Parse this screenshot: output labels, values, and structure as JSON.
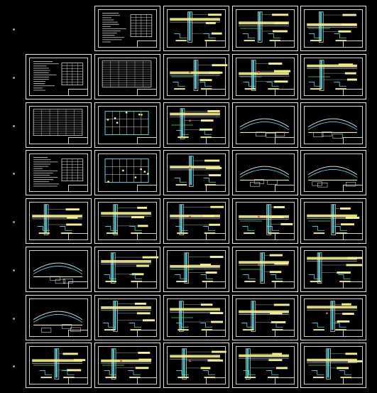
{
  "drawing_set": {
    "rows": [
      {
        "row_index": 1,
        "sheets": [
          {
            "kind": "notes"
          },
          {
            "kind": "detail"
          },
          {
            "kind": "detail"
          },
          {
            "kind": "detail"
          }
        ]
      },
      {
        "row_index": 2,
        "sheets": [
          {
            "kind": "notes"
          },
          {
            "kind": "table"
          },
          {
            "kind": "detail"
          },
          {
            "kind": "detail"
          },
          {
            "kind": "detail"
          }
        ]
      },
      {
        "row_index": 3,
        "sheets": [
          {
            "kind": "table"
          },
          {
            "kind": "plan"
          },
          {
            "kind": "detail"
          },
          {
            "kind": "section"
          },
          {
            "kind": "section"
          }
        ]
      },
      {
        "row_index": 4,
        "sheets": [
          {
            "kind": "notes"
          },
          {
            "kind": "plan"
          },
          {
            "kind": "detail"
          },
          {
            "kind": "section"
          },
          {
            "kind": "section"
          }
        ]
      },
      {
        "row_index": 5,
        "sheets": [
          {
            "kind": "detail"
          },
          {
            "kind": "detail"
          },
          {
            "kind": "detail"
          },
          {
            "kind": "detail"
          },
          {
            "kind": "detail"
          }
        ]
      },
      {
        "row_index": 6,
        "sheets": [
          {
            "kind": "section"
          },
          {
            "kind": "detail"
          },
          {
            "kind": "detail"
          },
          {
            "kind": "detail"
          },
          {
            "kind": "detail"
          }
        ]
      },
      {
        "row_index": 7,
        "sheets": [
          {
            "kind": "section"
          },
          {
            "kind": "detail"
          },
          {
            "kind": "detail"
          },
          {
            "kind": "detail"
          },
          {
            "kind": "detail"
          }
        ]
      },
      {
        "row_index": 8,
        "sheets": [
          {
            "kind": "detail"
          },
          {
            "kind": "detail"
          },
          {
            "kind": "detail"
          },
          {
            "kind": "detail"
          },
          {
            "kind": "detail"
          }
        ]
      }
    ],
    "colors": {
      "background": "#000000",
      "frame": "#e8e8e8",
      "linework": "#d8d8d8",
      "highlight_yellow": "#f4f08a",
      "highlight_cyan": "#49e3f0",
      "accent_green": "#58d658",
      "accent_red": "#e05050"
    }
  }
}
